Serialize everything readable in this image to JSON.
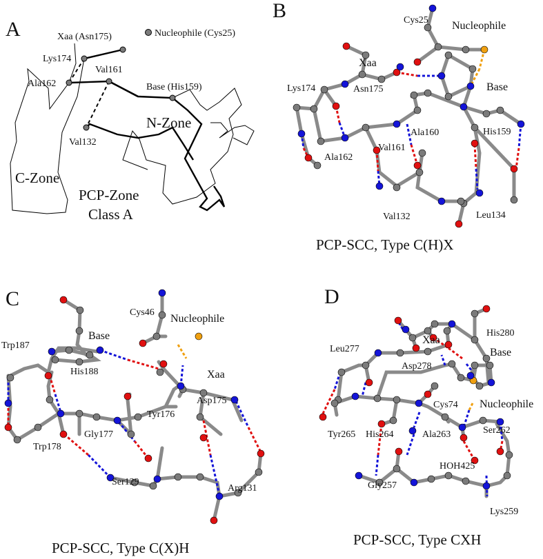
{
  "colors": {
    "carbon": "#7b7b7b",
    "nitrogen": "#1414d8",
    "oxygen": "#e01010",
    "sulfur": "#f0a010",
    "bond": "#8a8a8a",
    "text": "#111111"
  },
  "panel_a": {
    "letter": "A",
    "legend_label": "Nucleophile (Cys25)",
    "residues": {
      "xaa": "Xaa (Asn175)",
      "lys": "Lys174",
      "ala": "Ala162",
      "val161": "Val161",
      "base": "Base (His159)",
      "val132": "Val132"
    },
    "zones": {
      "n_zone": "N-Zone",
      "c_zone": "C-Zone"
    },
    "title_1": "PCP-Zone",
    "title_2": "Class A"
  },
  "panel_b": {
    "letter": "B",
    "caption": "PCP-SCC, Type C(H)X",
    "labels": {
      "cys": "Cys25",
      "nucleophile": "Nucleophile",
      "xaa": "Xaa",
      "lys": "Lys174",
      "asn": "Asn175",
      "base": "Base",
      "ala160": "Ala160",
      "his": "His159",
      "val161": "Val161",
      "ala162": "Ala162",
      "val132": "Val132",
      "leu": "Leu134"
    }
  },
  "panel_c": {
    "letter": "C",
    "caption": "PCP-SCC, Type C(X)H",
    "labels": {
      "cys": "Cys46",
      "nucleophile": "Nucleophile",
      "base": "Base",
      "trp187": "Trp187",
      "his": "His188",
      "xaa": "Xaa",
      "asp": "Asp175",
      "tyr": "Tyr176",
      "gly": "Gly177",
      "trp178": "Trp178",
      "ser": "Ser129",
      "arg": "Arg131"
    }
  },
  "panel_d": {
    "letter": "D",
    "caption": "PCP-SCC, Type CXH",
    "labels": {
      "his280": "His280",
      "leu": "Leu277",
      "xaa": "Xaa",
      "base": "Base",
      "asp": "Asp278",
      "cys": "Cys74",
      "nucleophile": "Nucleophile",
      "ser": "Ser262",
      "tyr": "Tyr265",
      "his264": "His264",
      "ala": "Ala263",
      "hoh": "HOH425",
      "gly": "Gly257",
      "lys": "Lys259"
    }
  }
}
